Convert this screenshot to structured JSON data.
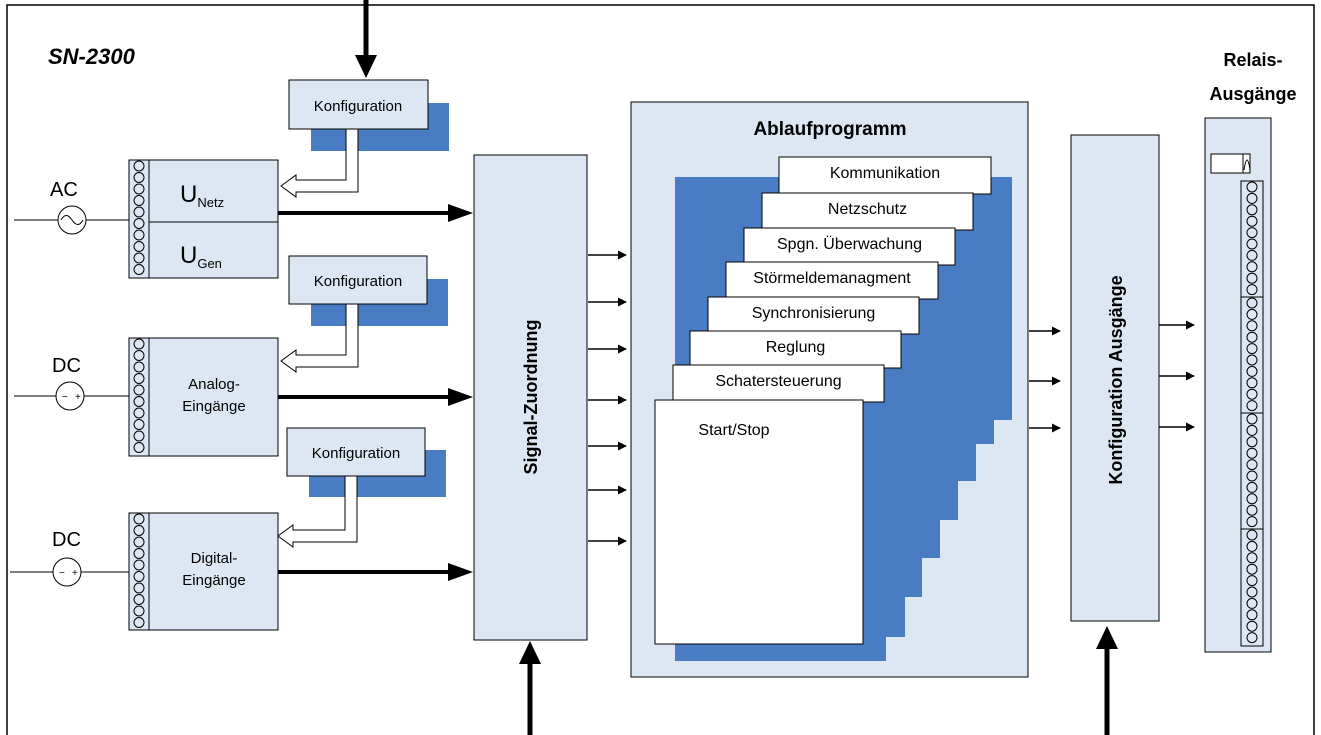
{
  "device_title": "SN-2300",
  "relay_outputs_label": {
    "line1": "Relais-",
    "line2": "Ausgänge"
  },
  "inputs": {
    "ac": {
      "source_label": "AC",
      "u_netz": {
        "main": "U",
        "sub": "Netz"
      },
      "u_gen": {
        "main": "U",
        "sub": "Gen"
      }
    },
    "analog": {
      "source_label": "DC",
      "module": {
        "line1": "Analog-",
        "line2": "Eingänge"
      }
    },
    "digital": {
      "source_label": "DC",
      "module": {
        "line1": "Digital-",
        "line2": "Eingänge"
      }
    },
    "config_label": "Konfiguration"
  },
  "signal_mapping_label": "Signal-Zuordnung",
  "sequence_program": {
    "title": "Ablaufprogramm",
    "layers": [
      "Kommunikation",
      "Netzschutz",
      "Spgn. Überwachung",
      "Störmeldemanagment",
      "Synchronisierung",
      "Reglung",
      "Schatersteuerung",
      "Start/Stop"
    ]
  },
  "output_config_label": "Konfiguration Ausgänge",
  "polarity": {
    "minus": "−",
    "plus": "+"
  },
  "colors": {
    "box_fill": "#dde7f3",
    "shadow_blue": "#4a7cc4",
    "line": "#000000"
  }
}
